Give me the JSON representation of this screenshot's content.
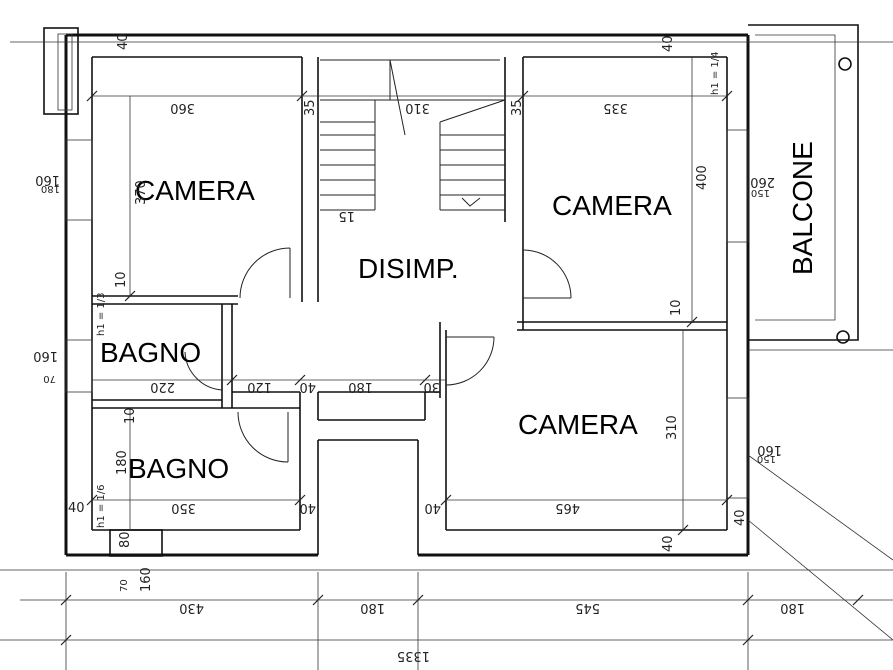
{
  "rooms": {
    "camera_top_left": "CAMERA",
    "camera_top_right": "CAMERA",
    "camera_bottom_right": "CAMERA",
    "disimpegno": "DISIMP.",
    "bagno_upper": "BAGNO",
    "bagno_lower": "BAGNO",
    "balcone": "BALCONE"
  },
  "dimensions": {
    "top_wall_left": "40",
    "top_wall_right": "40",
    "camera_tl_width": "360",
    "camera_tl_height": "370",
    "camera_tl_bottom_wall": "10",
    "partition_35_left": "35",
    "partition_35_right": "35",
    "stair_width": "310",
    "stair_step": "15",
    "camera_tr_width": "335",
    "camera_tr_height": "400",
    "camera_tr_bottom_wall": "10",
    "window_tr": "h1 = 1/4",
    "window_tl": "160",
    "window_tl_sill": "180",
    "balcone_window": "260",
    "balcone_window_sill": "150",
    "bagno_window": "160",
    "bagno_window_sill": "70",
    "bagno_window_h": "h1 = 1/3",
    "bagno_upper_width": "220",
    "corridor_120": "120",
    "wall_40_a": "40",
    "corridor_180": "180",
    "wall_30": "30",
    "bagno_lower_height": "180",
    "bagno_lower_wall": "10",
    "bagno_lower_width": "350",
    "bagno_lower_h": "h1 = 1/6",
    "wall_40_b": "40",
    "wall_40_c": "40",
    "wall_40_d": "40",
    "camera_br_width": "465",
    "camera_br_height": "310",
    "camera_br_window": "160",
    "camera_br_sill": "150",
    "bottom_wall_right": "40",
    "wall_40_e": "40",
    "front_window": "80",
    "front_sill": "70",
    "front_sill_b": "160",
    "overall_430": "430",
    "overall_180_mid": "180",
    "overall_545": "545",
    "overall_180_right": "180",
    "overall_total": "1335"
  }
}
